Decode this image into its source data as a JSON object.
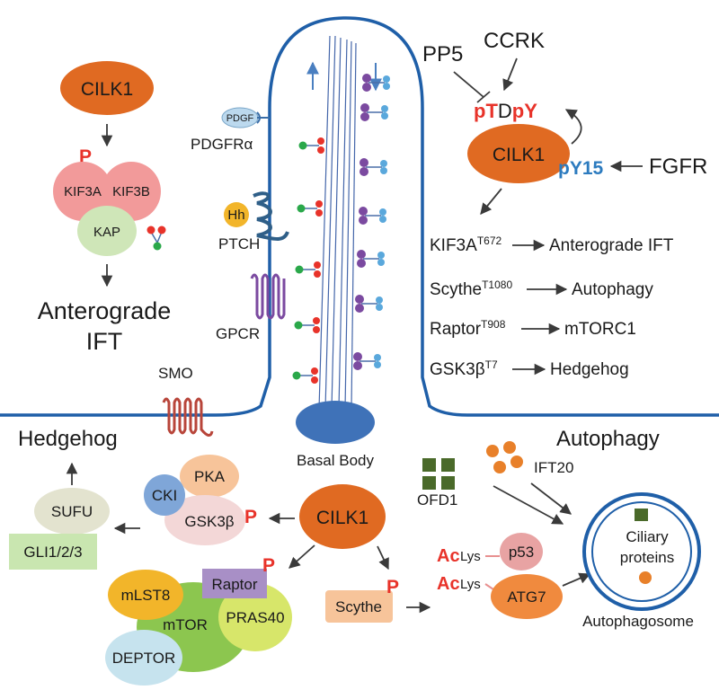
{
  "left_panel": {
    "cilk1": "CILK1",
    "p_mark": "P",
    "kif3a": "KIF3A",
    "kif3b": "KIF3B",
    "kap": "KAP",
    "anterograde": "Anterograde",
    "ift": "IFT"
  },
  "cilium": {
    "pdgf": "PDGF",
    "pdgfra": "PDGFRα",
    "hh": "Hh",
    "ptch": "PTCH",
    "gpcr": "GPCR",
    "smo": "SMO",
    "basal_body": "Basal Body"
  },
  "regulation": {
    "pp5": "PP5",
    "ccrk": "CCRK",
    "motif_p1": "pT",
    "motif_d": "D",
    "motif_p2": "pY",
    "cilk1": "CILK1",
    "py15": "pY15",
    "fgfr": "FGFR",
    "targets": [
      {
        "name": "KIF3A",
        "site": "T672",
        "effect": "Anterograde IFT"
      },
      {
        "name": "Scythe",
        "site": "T1080",
        "effect": "Autophagy"
      },
      {
        "name": "Raptor",
        "site": "T908",
        "effect": "mTORC1"
      },
      {
        "name": "GSK3β",
        "site": "T7",
        "effect": "Hedgehog"
      }
    ]
  },
  "bottom": {
    "hedgehog": "Hedgehog",
    "sufu": "SUFU",
    "gli": "GLI1/2/3",
    "pka": "PKA",
    "cki": "CKI",
    "gsk3b": "GSK3β",
    "p_mark": "P",
    "cilk1": "CILK1",
    "mlst8": "mLST8",
    "raptor": "Raptor",
    "mtor": "mTOR",
    "pras40": "PRAS40",
    "deptor": "DEPTOR",
    "scythe": "Scythe",
    "autophagy": "Autophagy",
    "ofd1": "OFD1",
    "ift20": "IFT20",
    "ac": "Ac",
    "lys": "Lys",
    "p53": "p53",
    "atg7": "ATG7",
    "ciliary1": "Ciliary",
    "ciliary2": "proteins",
    "autophagosome": "Autophagosome"
  },
  "colors": {
    "cilk1": "#e06a22",
    "kif": "#f29a9a",
    "kap": "#cfe6b8",
    "membrane": "#1f5fa8",
    "purple": "#7b4aa0",
    "green": "#2aa84a",
    "red": "#e8332a",
    "lightblue": "#5aa8dc"
  }
}
